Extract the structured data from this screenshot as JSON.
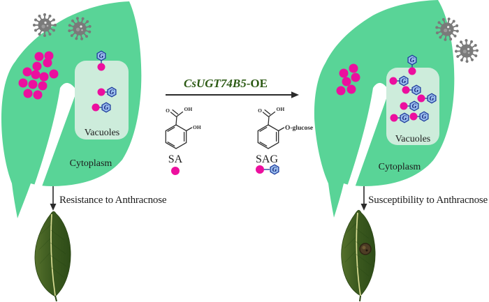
{
  "gene_label": {
    "name": "CsUGT74B5",
    "suffix": "-OE"
  },
  "chemistry": {
    "sa_label": "SA",
    "sag_label": "SAG",
    "g_label": "G",
    "o_label": "O",
    "oh_label": "OH",
    "o_glucose_label": "O-glucose"
  },
  "left_cell": {
    "vacuole_label": "Vacuoles",
    "cytoplasm_label": "Cytoplasm",
    "caption": "Resistance to Anthracnose",
    "free_sa_dots": [
      [
        56,
        81
      ],
      [
        70,
        80
      ],
      [
        53,
        95
      ],
      [
        68,
        90
      ],
      [
        39,
        103
      ],
      [
        51,
        107
      ],
      [
        63,
        110
      ],
      [
        77,
        106
      ],
      [
        33,
        119
      ],
      [
        47,
        121
      ],
      [
        61,
        123
      ],
      [
        40,
        134
      ],
      [
        54,
        136
      ]
    ],
    "sag_entering": [
      [
        145,
        80
      ]
    ],
    "sag_pairs": [
      [
        145,
        132
      ],
      [
        137,
        154
      ]
    ],
    "viruses": [
      [
        64,
        36,
        0
      ],
      [
        114,
        41,
        18
      ]
    ]
  },
  "right_cell": {
    "vacuole_label": "Vacuoles",
    "cytoplasm_label": "Cytoplasm",
    "caption": "Susceptibility to Anthracnose",
    "free_sa_dots": [
      [
        492,
        105
      ],
      [
        506,
        98
      ],
      [
        496,
        117
      ],
      [
        509,
        111
      ],
      [
        488,
        130
      ],
      [
        503,
        128
      ]
    ],
    "sag_entering": [
      [
        590,
        86
      ]
    ],
    "sag_pairs": [
      [
        563,
        116
      ],
      [
        581,
        129
      ],
      [
        603,
        141
      ],
      [
        578,
        152
      ],
      [
        564,
        169
      ],
      [
        592,
        167
      ]
    ],
    "viruses": [
      [
        640,
        42,
        10
      ],
      [
        668,
        73,
        28
      ]
    ]
  },
  "colors": {
    "leaf_green": "#59d497",
    "vacuole_green": "#cdecdb",
    "sa_pink": "#ec0f9e",
    "glucose_blue_fill": "#98bcec",
    "glucose_blue_border": "#1d3a9b",
    "pathogen_gray": "#7a7a7a",
    "gene_green": "#2c5a14"
  }
}
